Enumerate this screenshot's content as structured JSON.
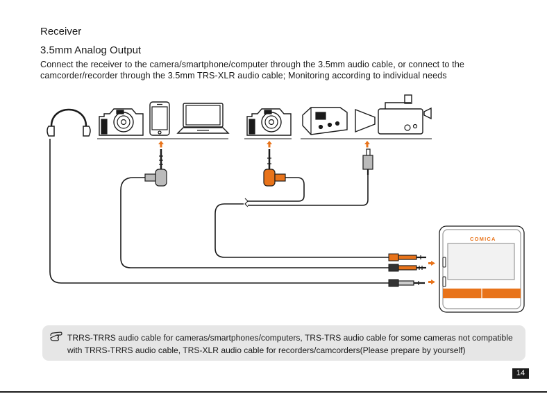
{
  "heading": "Receiver",
  "subheading": "3.5mm Analog Output",
  "description": "Connect the receiver to the camera/smartphone/computer through the 3.5mm audio cable, or connect to the camcorder/recorder through the 3.5mm TRS-XLR audio cable; Monitoring according to individual needs",
  "device_brand": "COMICA",
  "note_icon": "pointing-hand-icon",
  "note": "TRRS-TRRS audio cable for cameras/smartphones/computers, TRS-TRS audio cable for some cameras not  compatible with TRRS-TRRS audio cable, TRS-XLR audio cable for recorders/camcorders(Please prepare by yourself)",
  "page_number": "14",
  "colors": {
    "accent": "#e8731a",
    "line": "#1a1a1a",
    "note_bg": "#e6e6e6"
  }
}
